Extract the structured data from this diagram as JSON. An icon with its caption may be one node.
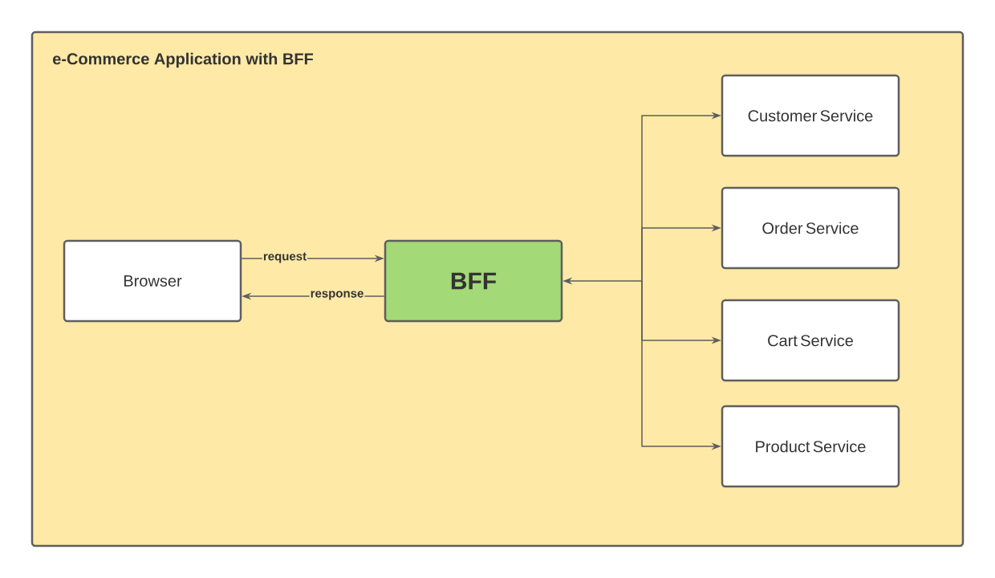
{
  "diagram": {
    "nodes": [
      {
        "text": [
          "e-Commerce Application with BFF"
        ]
      },
      {
        "text": [
          "Browser"
        ],
        "in": 0
      },
      {
        "text": [
          "BFF"
        ],
        "in": 0
      },
      {
        "text": [
          "Customer Service"
        ],
        "in": 0
      },
      {
        "text": [
          "Order Service"
        ],
        "in": 0
      },
      {
        "text": [
          "Cart Service"
        ],
        "in": 0
      },
      {
        "text": [
          "Product Service"
        ],
        "in": 0
      }
    ],
    "edges": [
      {
        "from": 1,
        "to": 2,
        "arrow": "to",
        "label": "request"
      },
      {
        "from": 2,
        "to": 1,
        "arrow": "to",
        "label": "response"
      },
      {
        "from": 2,
        "to": 3,
        "arrow": "both"
      },
      {
        "from": 2,
        "to": 4,
        "arrow": "both"
      },
      {
        "from": 2,
        "to": 5,
        "arrow": "both"
      },
      {
        "from": 2,
        "to": 6,
        "arrow": "both"
      }
    ]
  }
}
